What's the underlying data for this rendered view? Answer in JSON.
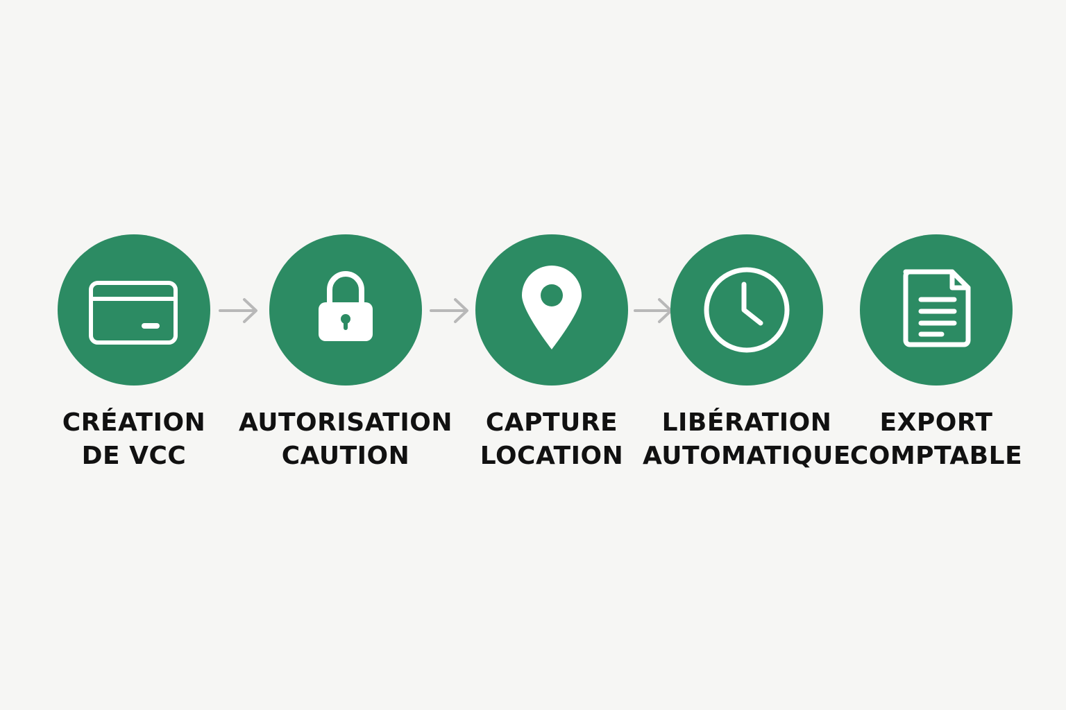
{
  "theme": {
    "circle_color": "#2c8b63",
    "icon_color": "#ffffff",
    "arrow_color": "#b8b8b8",
    "text_color": "#111111",
    "background": "#f6f6f4"
  },
  "steps": [
    {
      "icon": "credit-card-icon",
      "label_lines": [
        "CRÉATION",
        "DE VCC"
      ]
    },
    {
      "icon": "padlock-icon",
      "label_lines": [
        "AUTORISATION",
        "CAUTION"
      ]
    },
    {
      "icon": "location-pin-icon",
      "label_lines": [
        "CAPTURE",
        "LOCATION"
      ]
    },
    {
      "icon": "clock-icon",
      "label_lines": [
        "LIBÉRATION",
        "AUTOMATIQUE"
      ]
    },
    {
      "icon": "document-icon",
      "label_lines": [
        "EXPORT",
        "COMPTABLE"
      ]
    }
  ]
}
